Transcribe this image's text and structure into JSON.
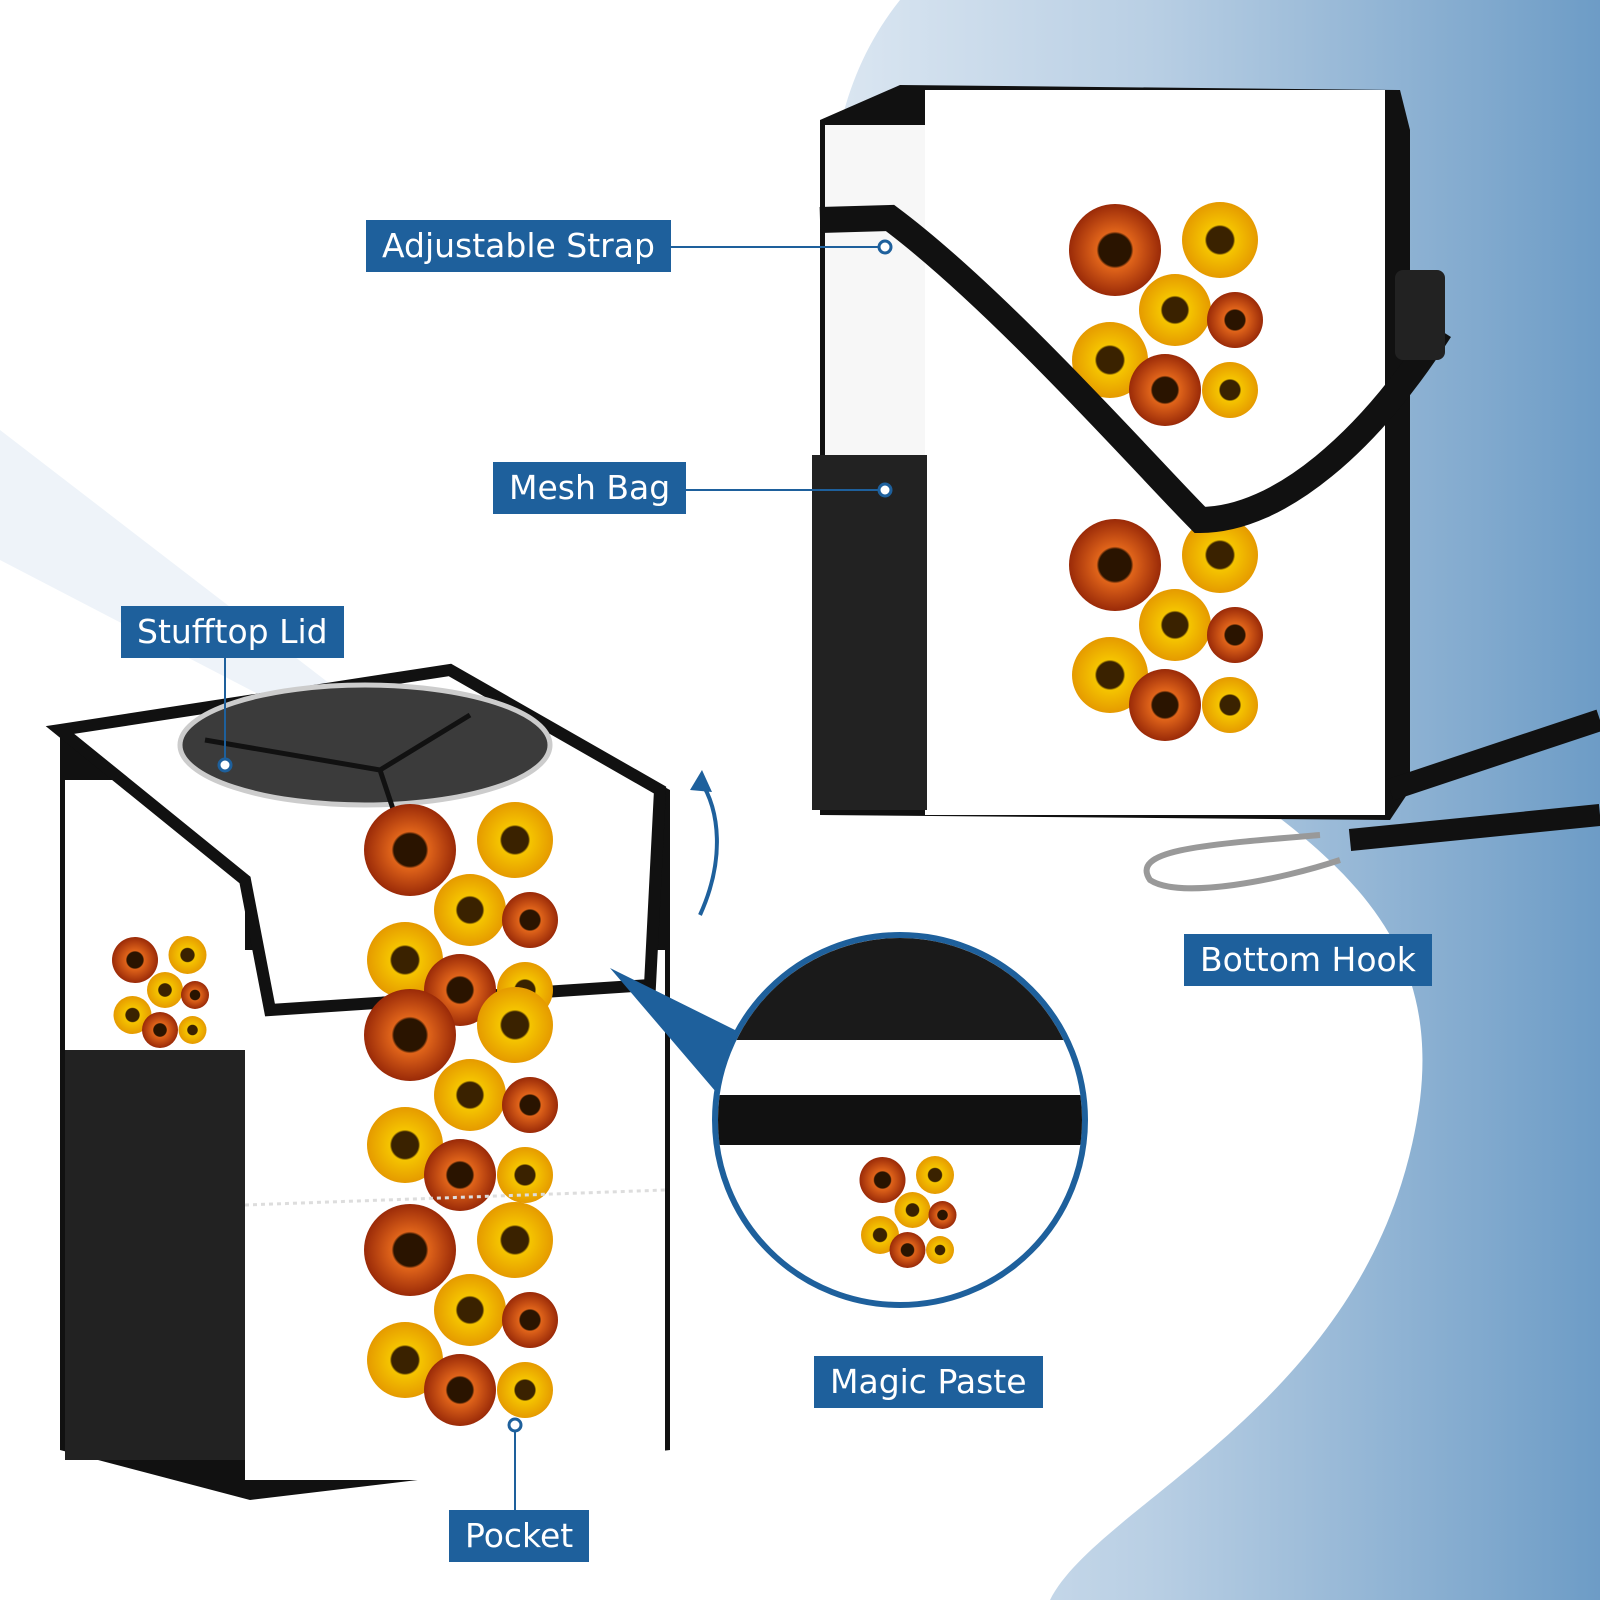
{
  "labels": {
    "adjustable_strap": "Adjustable Strap",
    "mesh_bag": "Mesh Bag",
    "stufftop_lid": "Stufftop Lid",
    "bottom_hook": "Bottom Hook",
    "magic_paste": "Magic Paste",
    "pocket": "Pocket"
  },
  "colors": {
    "label_bg": "#1e609c",
    "bag_black": "#1a1a1a",
    "sunflower_orange": "#c2410c",
    "sunflower_yellow": "#f5c400"
  }
}
